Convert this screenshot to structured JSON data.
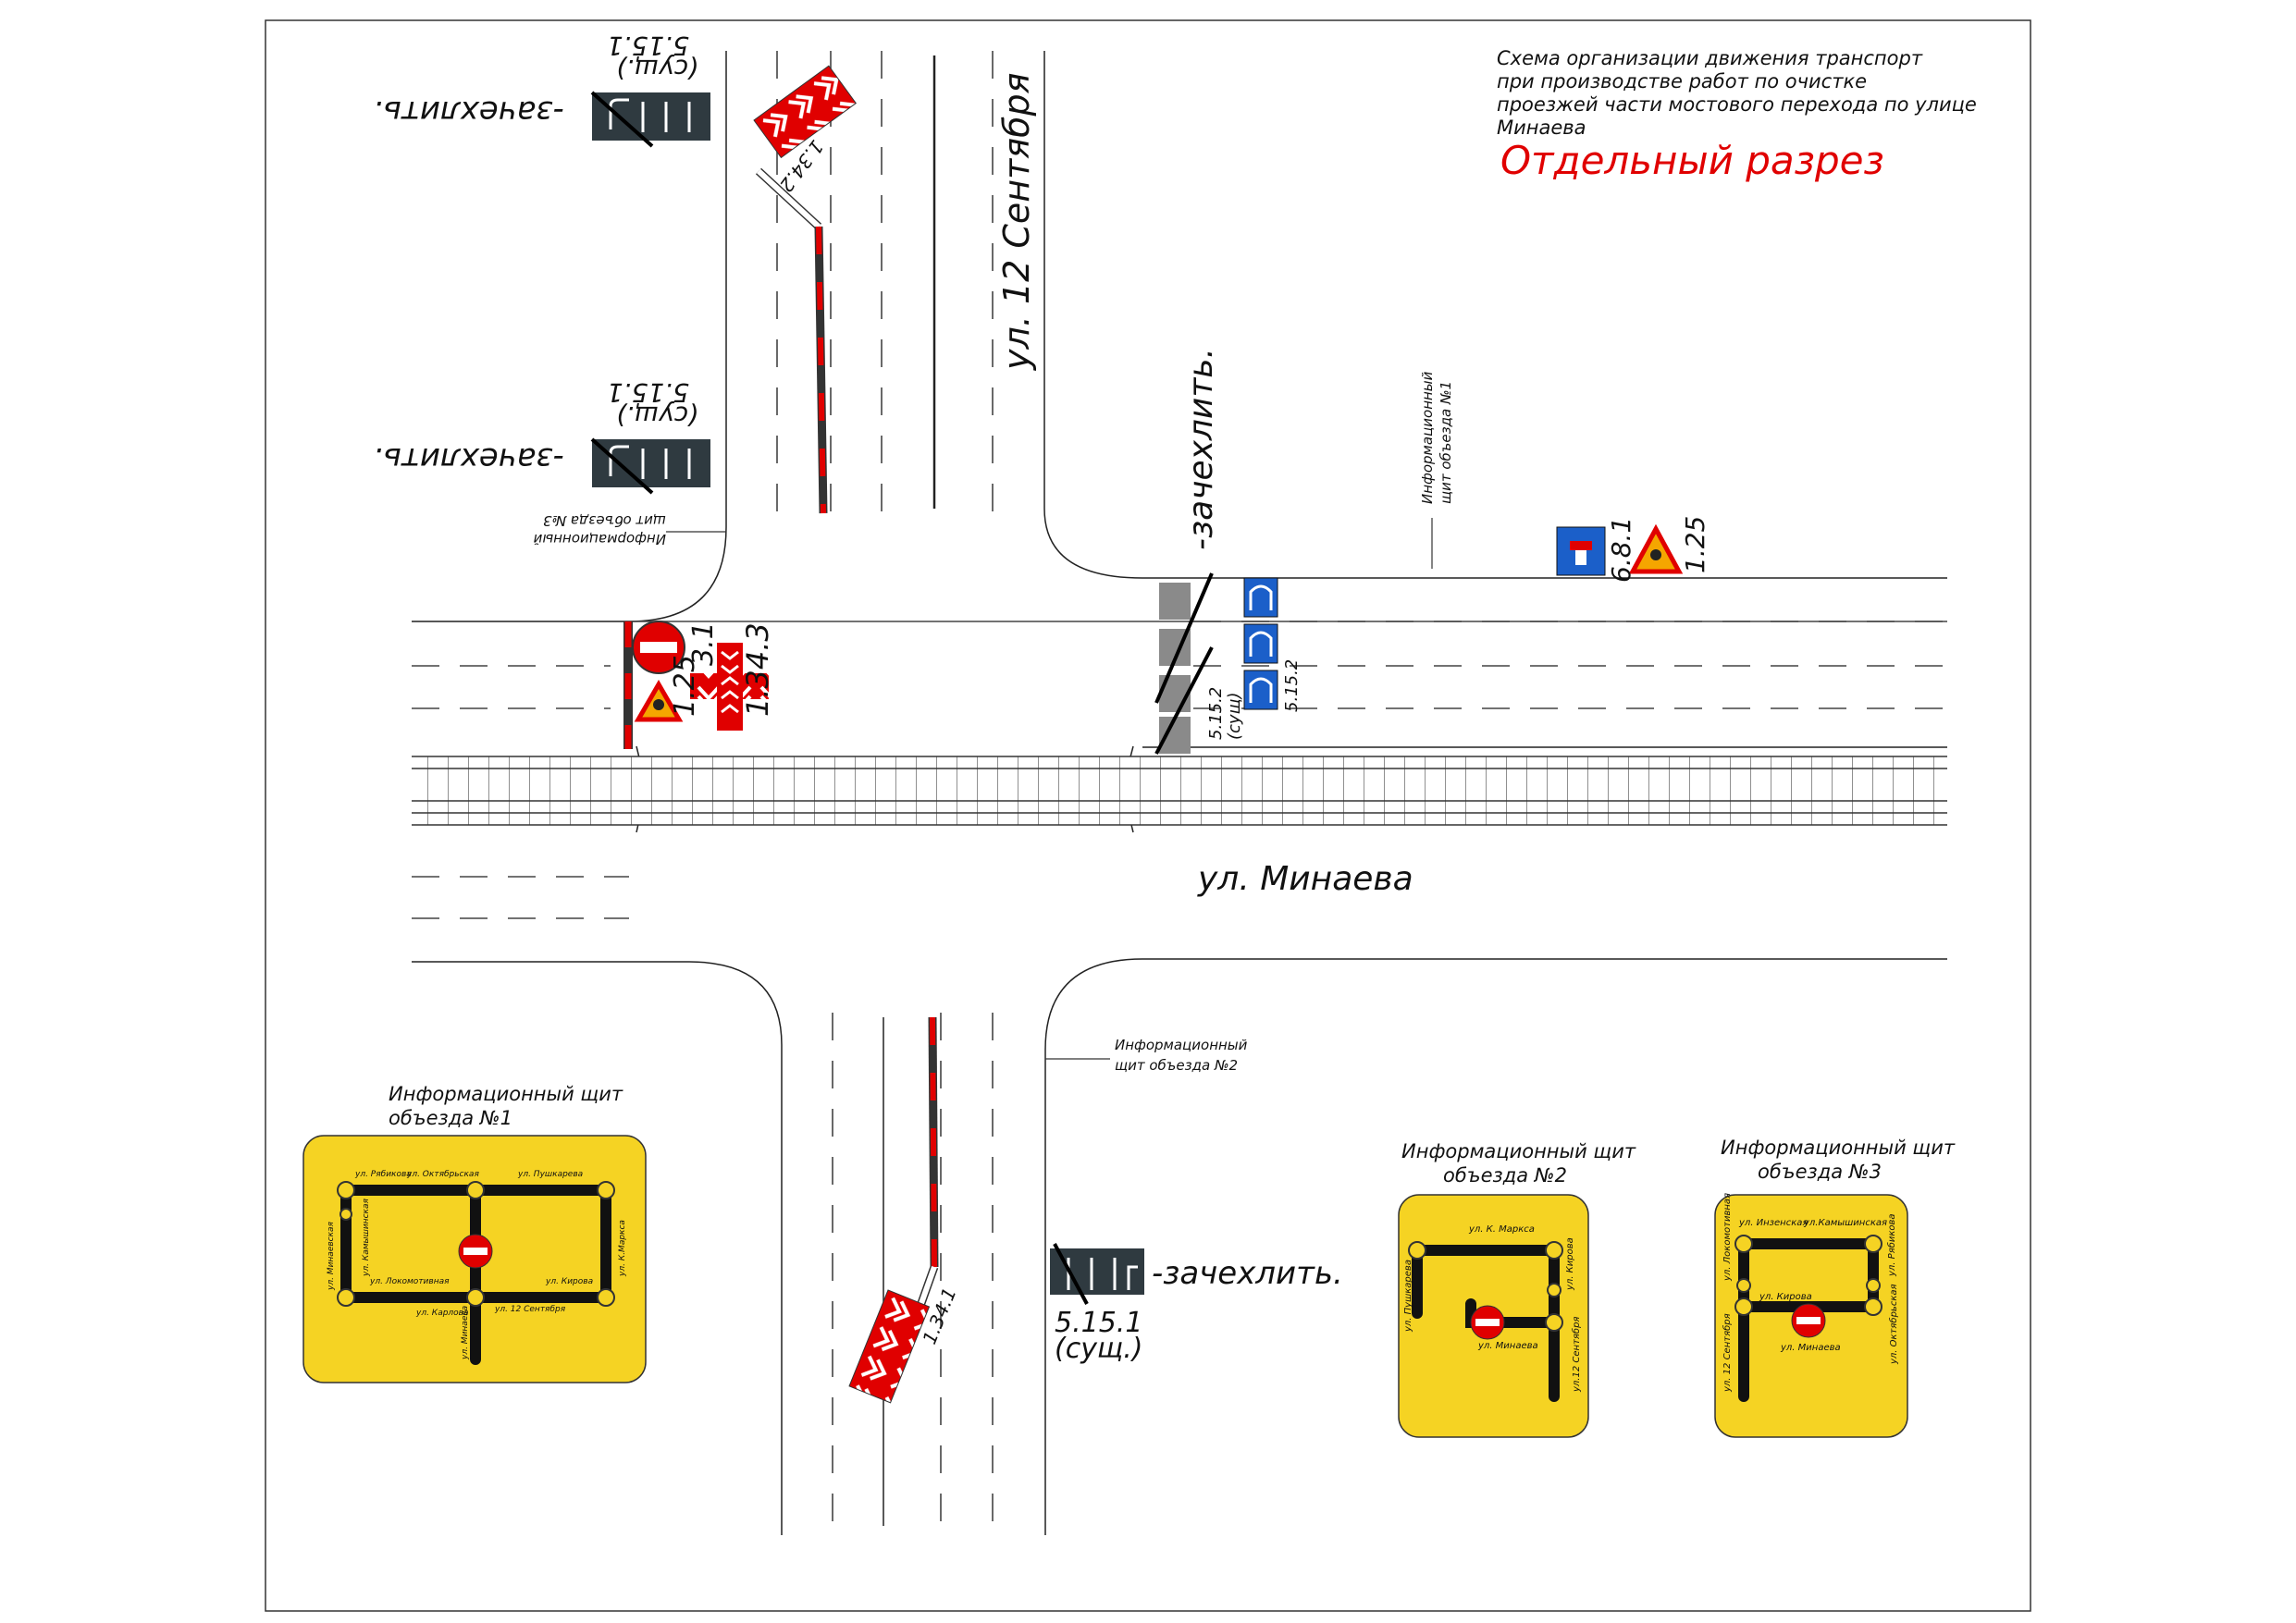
{
  "title": {
    "lines": [
      "Схема организации движения транспорт",
      "при производстве работ по очистке",
      "проезжей части мостового перехода по улице",
      "Минаева"
    ],
    "subtitle": "Отдельный разрез"
  },
  "streets": {
    "sept12": "ул. 12 Сентября",
    "minaeva": "ул. Минаева"
  },
  "notes": {
    "cover": "-зачехлить.",
    "info1_line1": "Информационный",
    "info1_line2": "щит объезда №1",
    "info2_line1": "Информационный",
    "info2_line2": "щит объезда №2",
    "info3_line1": "Информационный",
    "info3_line2": "щит объезда №3"
  },
  "signs": {
    "s5151": "5.15.1",
    "exist": "(сущ.)",
    "exist_short": "(сущ)",
    "s1342": "1.34.2",
    "s1341": "1.34.1",
    "s1343": "1.34.3",
    "s31": "3.1",
    "s125": "1.25",
    "s681": "6.8.1",
    "s5152": "5.15.2"
  },
  "boards": {
    "b1": {
      "title1": "Информационный щит",
      "title2": "объезда №1",
      "streets": [
        "ул. Рябикова",
        "ул. Октябрьская",
        "ул. Пушкарева",
        "ул. Камышинская",
        "ул. К.Маркса",
        "ул. Минаевская",
        "ул. Локомотивная",
        "ул. Кирова",
        "ул. Карлова",
        "ул. 12 Сентября",
        "ул. Минаева"
      ]
    },
    "b2": {
      "title1": "Информационный щит",
      "title2": "объезда №2",
      "streets": [
        "ул. К. Маркса",
        "ул. Пушкарева",
        "ул. Кирова",
        "ул. Минаева",
        "ул.12 Сентября"
      ]
    },
    "b3": {
      "title1": "Информационный щит",
      "title2": "объезда №3",
      "streets": [
        "ул. Инзенская",
        "ул.Камышинская",
        "ул. Рябикова",
        "ул. Локомотивная",
        "ул. Кирова",
        "ул. 12 Сентября",
        "ул. Минаева",
        "ул. Октябрьская"
      ]
    }
  },
  "colors": {
    "road_line": "#222222",
    "barrier_red": "#e00000",
    "board_yellow": "#f5d323",
    "sign_blue": "#1b5fc9",
    "sign_gray": "#2f3a40"
  }
}
